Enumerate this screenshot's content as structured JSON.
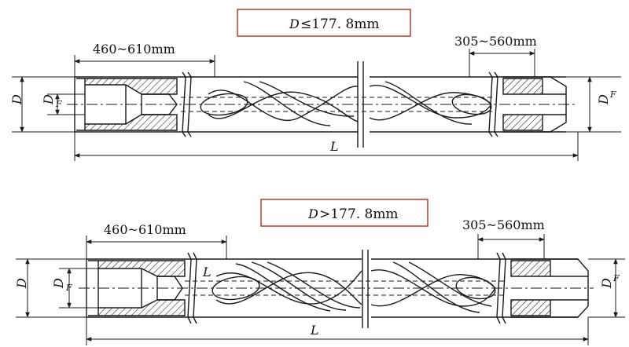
{
  "figure": {
    "top": {
      "condition_symbol": "D",
      "condition_text": "≤177. 8mm",
      "left_range": "460~610mm",
      "right_range": "305~560mm",
      "dim_D": "D",
      "dim_DF_left": "D",
      "dim_DF_left_sub": "F",
      "dim_DF_right": "D",
      "dim_DF_right_sub": "F",
      "length": "L"
    },
    "bottom": {
      "condition_symbol": "D",
      "condition_text": ">177. 8mm",
      "left_range": "460~610mm",
      "right_range": "305~560mm",
      "dim_D": "D",
      "dim_DF_left": "D",
      "dim_DF_left_sub": "F",
      "dim_DF_right": "D",
      "dim_DF_right_sub": "F",
      "inner_L": "L",
      "length": "L"
    }
  },
  "colors": {
    "line": "#1a1a1a",
    "condition_box_border": "#c0392b",
    "background": "#ffffff"
  }
}
